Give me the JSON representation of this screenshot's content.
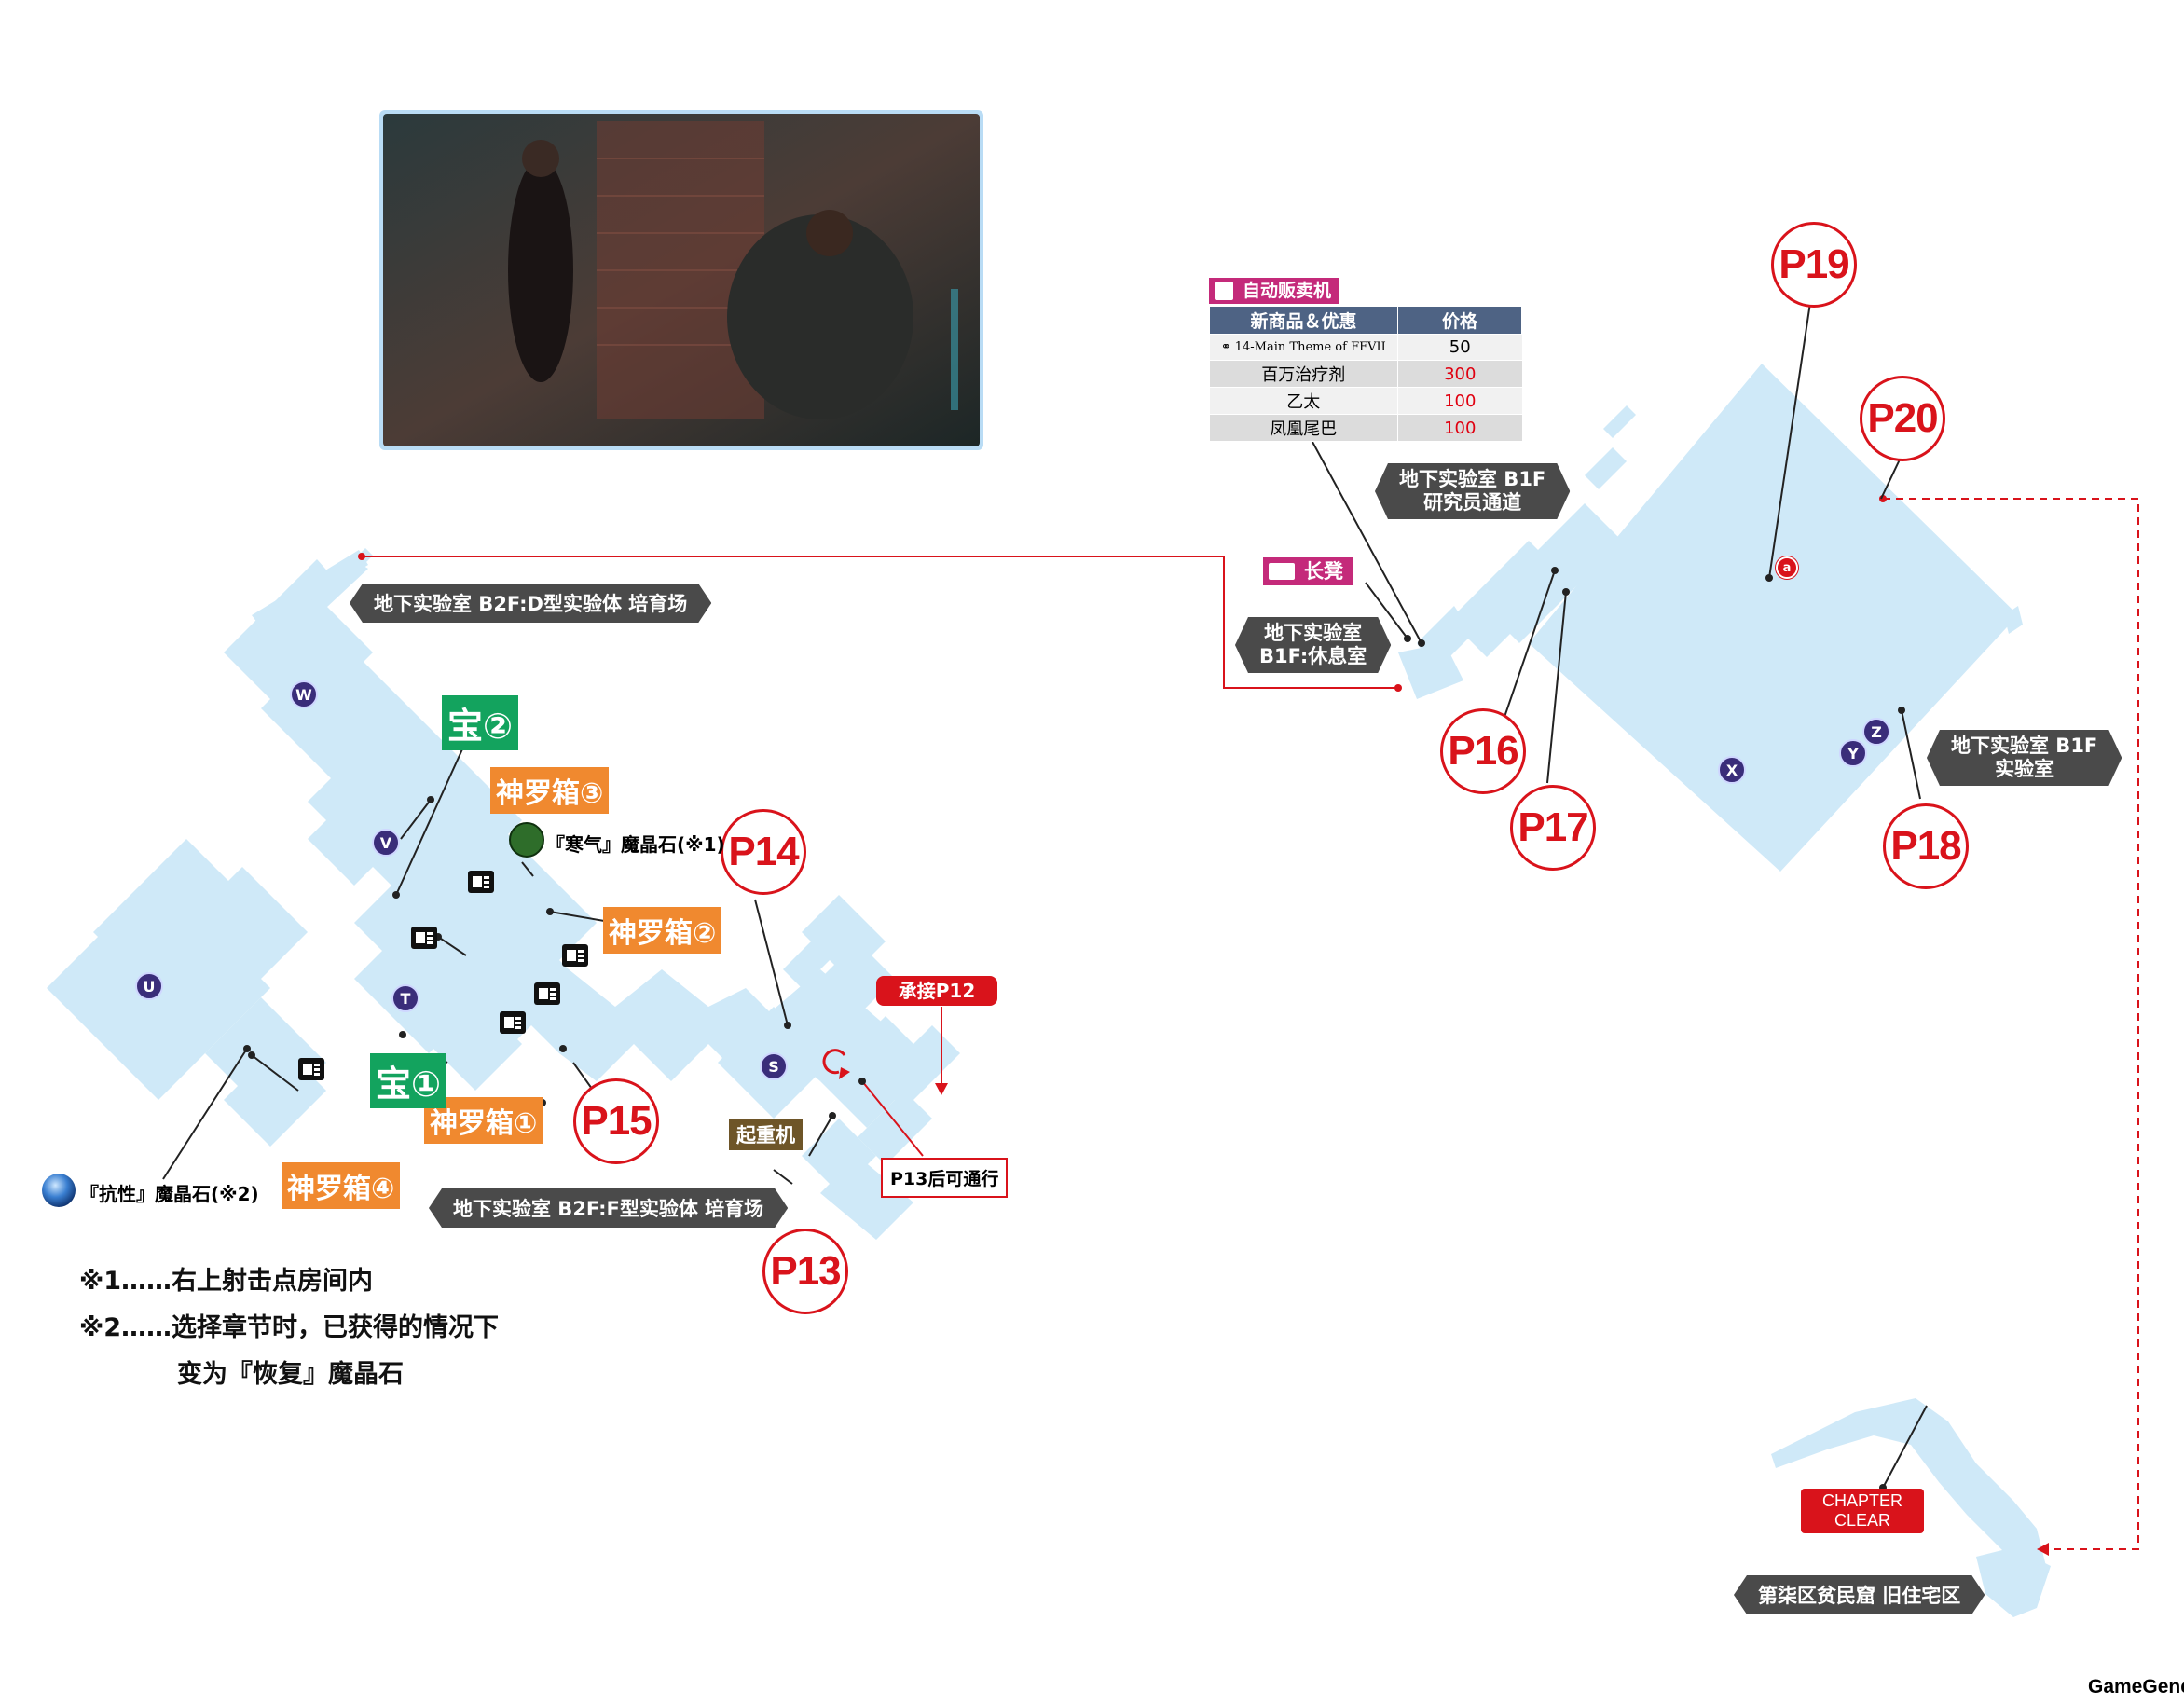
{
  "colors": {
    "floor": "#cfe9f8",
    "route": "#d9131b",
    "point_circle": "#d9131b",
    "orange_label": "#f0892f",
    "green_label": "#13a35e",
    "hex_label": "#4a4a4a",
    "waypoint": "#3a2d7a"
  },
  "screenshot": {
    "alt": "游戏截图"
  },
  "vending_machine": {
    "title": "自动贩卖机",
    "col_item": "新商品＆优惠",
    "col_price": "价格",
    "rows": [
      {
        "item": "14-Main Theme of FFVII",
        "price": "50",
        "icon": "music-disc-icon"
      },
      {
        "item": "百万治疗剂",
        "price": "300"
      },
      {
        "item": "乙太",
        "price": "100"
      },
      {
        "item": "凤凰尾巴",
        "price": "100"
      }
    ]
  },
  "bench": {
    "label": "长凳"
  },
  "area_labels": {
    "b2f_d": "地下实验室  B2F:D型实验体  培育场",
    "b2f_f": "地下实验室  B2F:F型实验体  培育场",
    "b1f_rest_1": "地下实验室",
    "b1f_rest_2": "B1F:休息室",
    "b1f_corridor_1": "地下实验室  B1F",
    "b1f_corridor_2": "研究员通道",
    "b1f_lab_1": "地下实验室  B1F",
    "b1f_lab_2": "实验室",
    "slum": "第柒区贫民窟  旧住宅区"
  },
  "points": [
    "P13",
    "P14",
    "P15",
    "P16",
    "P17",
    "P18",
    "P19",
    "P20"
  ],
  "waypoints": [
    "W",
    "V",
    "U",
    "T",
    "S",
    "X",
    "Y",
    "Z"
  ],
  "items": {
    "shinra_1": "神罗箱①",
    "shinra_2": "神罗箱②",
    "shinra_3": "神罗箱③",
    "shinra_4": "神罗箱④",
    "treasure_1": "宝①",
    "treasure_2": "宝②",
    "materia_cold": "『寒气』魔晶石(※1)",
    "materia_resist": "『抗性』魔晶石(※2)"
  },
  "badges": {
    "continue": "承接P12",
    "after_p13": "P13后可通行",
    "crane": "起重机",
    "chapter_clear_1": "CHAPTER",
    "chapter_clear_2": "CLEAR",
    "marker_a": "a"
  },
  "notes": {
    "n1": "※1……右上射击点房间内",
    "n2": "※2……选择章节时，已获得的情况下",
    "n3": "变为『恢复』魔晶石"
  },
  "watermark": "GameGene"
}
